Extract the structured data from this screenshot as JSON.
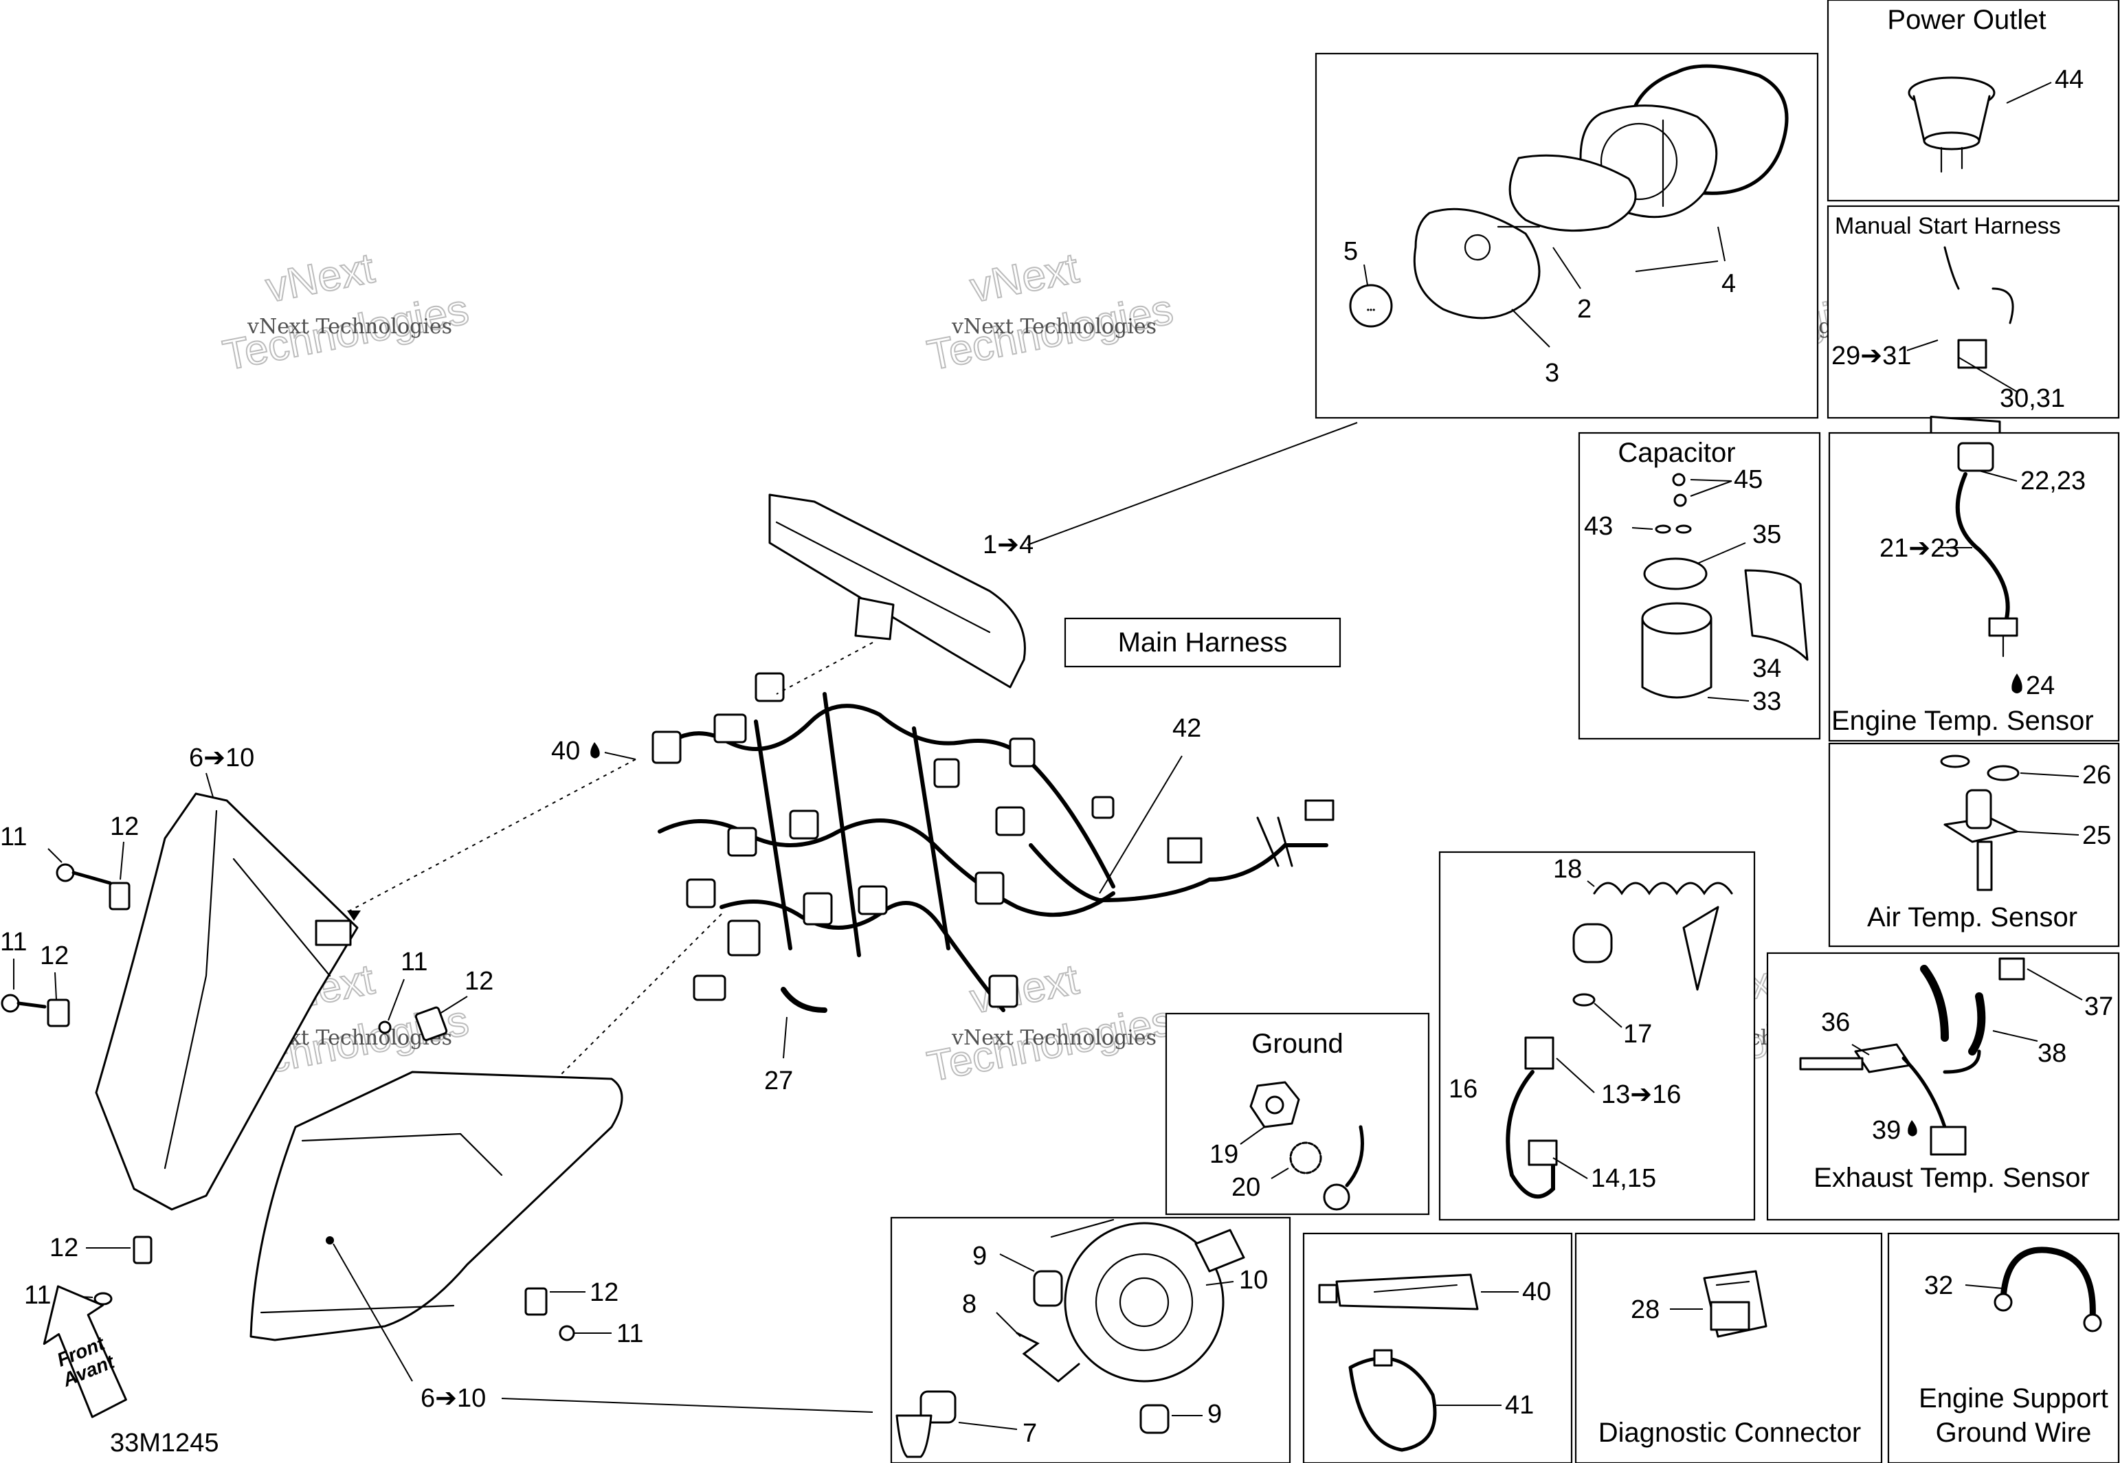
{
  "titles": {
    "power_outlet": "Power Outlet",
    "manual_start": "Manual Start Harness",
    "capacitor": "Capacitor",
    "engine_temp": "Engine Temp. Sensor",
    "air_temp": "Air Temp. Sensor",
    "main_harness": "Main Harness",
    "ground": "Ground",
    "exhaust_temp": "Exhaust Temp. Sensor",
    "diagnostic": "Diagnostic Connector",
    "engine_ground_1": "Engine Support",
    "engine_ground_2": "Ground Wire"
  },
  "watermark": {
    "small": "vNext Technologies",
    "big_1": "vNext",
    "big_2": "Technologies"
  },
  "front_arrow": {
    "line1": "Front",
    "line2": "Avant"
  },
  "drawing_number": "33M1245",
  "callouts": {
    "c44": "44",
    "c29_31": "29➔31",
    "c30_31": "30,31",
    "c45": "45",
    "c43": "43",
    "c35": "35",
    "c34": "34",
    "c33": "33",
    "c22_23": "22,23",
    "c21_23": "21➔23",
    "c24": "24",
    "c26": "26",
    "c25": "25",
    "c5": "5",
    "c2": "2",
    "c4": "4",
    "c3": "3",
    "c1_4": "1➔4",
    "c42": "42",
    "c40": "40",
    "c6_10_top": "6➔10",
    "c11a": "11",
    "c12a": "12",
    "c11b": "11",
    "c12b": "12",
    "c11c": "11",
    "c12c": "12",
    "c27": "27",
    "c12d": "12",
    "c11d": "11",
    "c12e": "12",
    "c11e": "11",
    "c6_10_bot": "6➔10",
    "c18": "18",
    "c17": "17",
    "c16": "16",
    "c13_16": "13➔16",
    "c14_15": "14,15",
    "c19": "19",
    "c20": "20",
    "c36": "36",
    "c37": "37",
    "c38": "38",
    "c39": "39",
    "c9a": "9",
    "c10": "10",
    "c8": "8",
    "c7": "7",
    "c9b": "9",
    "c40b": "40",
    "c41": "41",
    "c28": "28",
    "c32": "32"
  }
}
